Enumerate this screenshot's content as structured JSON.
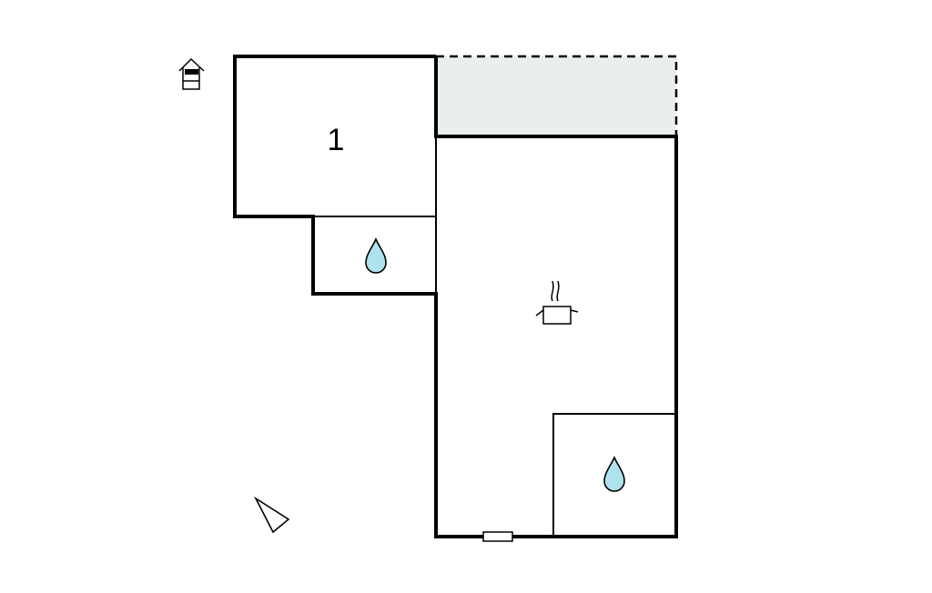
{
  "floor": {
    "level_icon": "house-floor-icon",
    "rooms": [
      {
        "id": "bedroom-1",
        "label": "1",
        "type": "bedroom"
      },
      {
        "id": "bathroom-1",
        "label": "",
        "type": "bathroom",
        "icon": "water-drop-icon"
      },
      {
        "id": "living-kitchen",
        "label": "",
        "type": "kitchen-living",
        "icon": "cooking-pot-icon"
      },
      {
        "id": "bathroom-2",
        "label": "",
        "type": "bathroom",
        "icon": "water-drop-icon"
      },
      {
        "id": "terrace",
        "label": "",
        "type": "terrace"
      }
    ],
    "compass": "north-arrow-icon",
    "entrance": "door-marker"
  },
  "colors": {
    "wall": "#000000",
    "terrace_fill": "#e9eeee",
    "water_fill": "#aee3ee",
    "background": "#ffffff"
  }
}
